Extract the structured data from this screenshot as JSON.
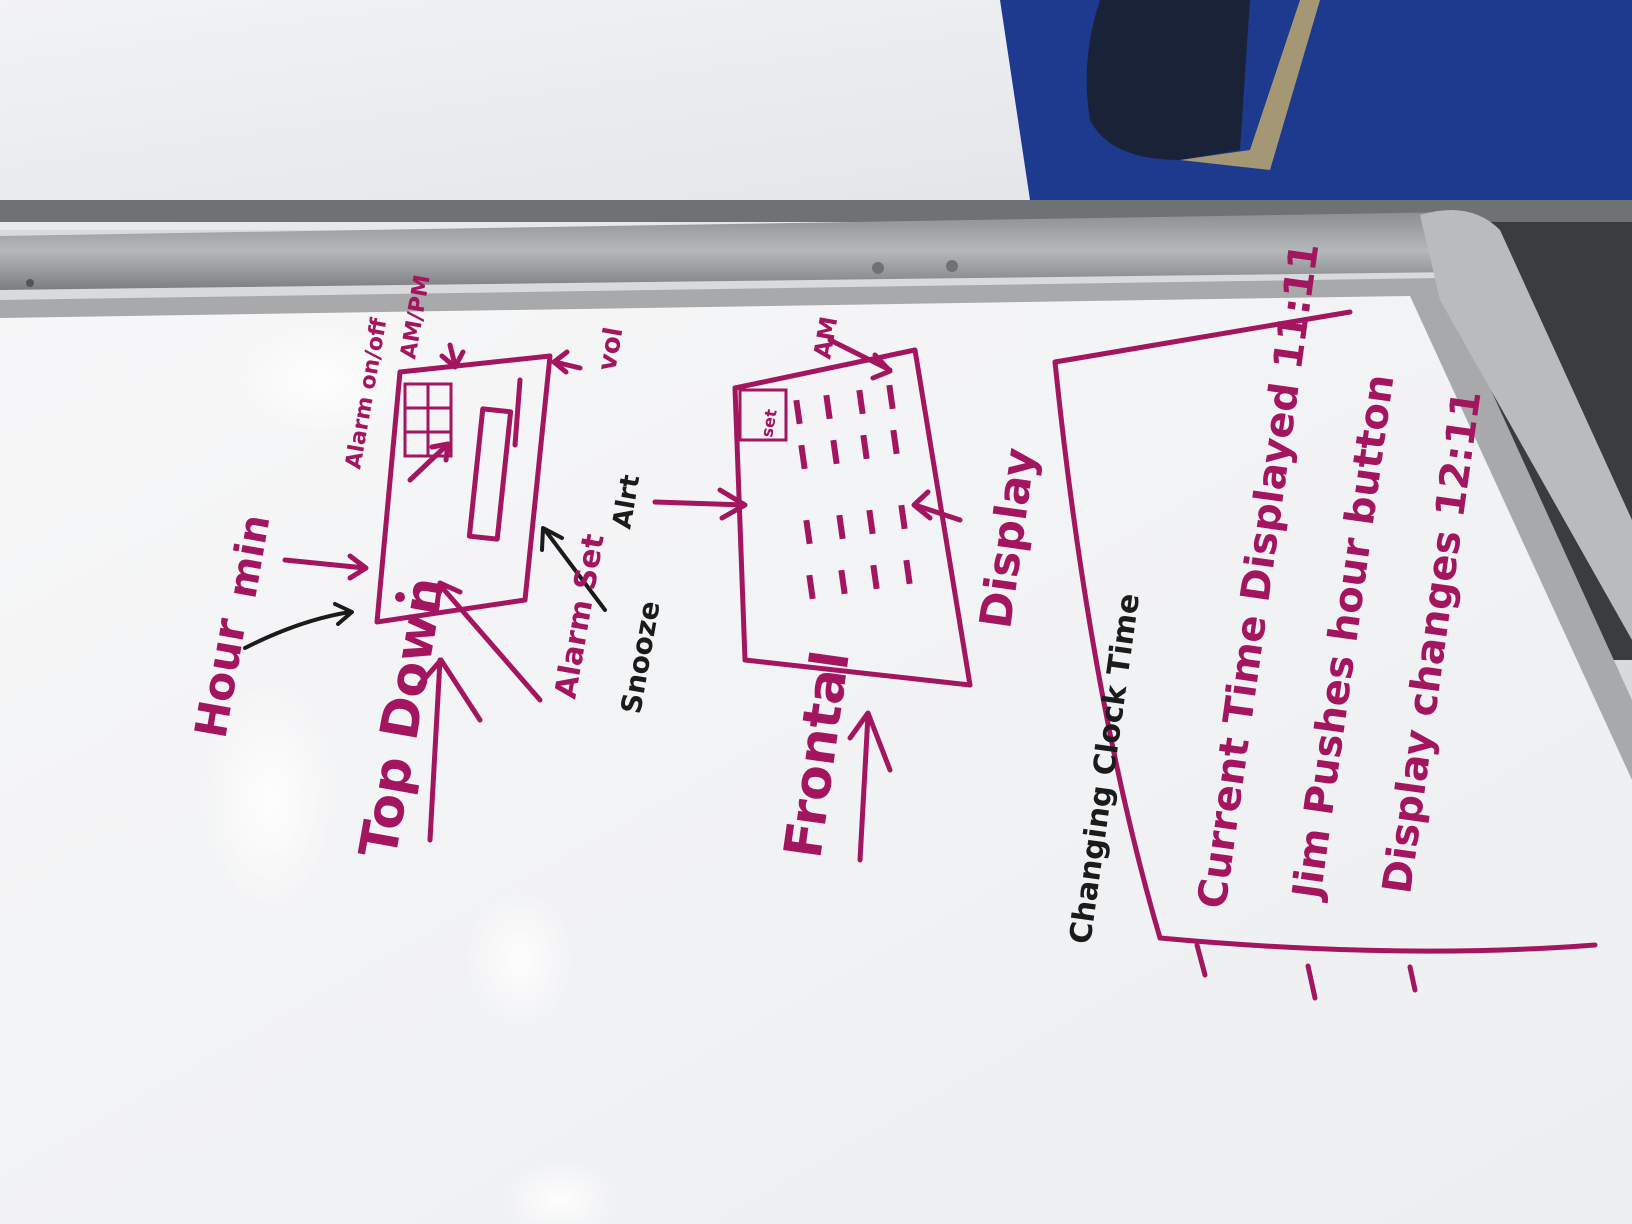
{
  "whiteboard": {
    "top_view": {
      "heading": "Top Down",
      "hour_label": "Hour",
      "min_label": "min",
      "alarm_set_label": "Alarm Set",
      "snooze_label": "Snooze",
      "alarm_on_off_label": "Alarm on/off",
      "am_pm_label": "AM/PM",
      "vol_label": "vol"
    },
    "front_view": {
      "heading": "Frontal",
      "display_label": "Display",
      "alarm_label": "Alrt",
      "indicator_label": "set",
      "am_label": "AM"
    },
    "scenario": {
      "title": "Changing Clock Time",
      "lines": [
        "Current Time Displayed 11:11",
        "Jim Pushes hour button",
        "Display changes 12:11"
      ]
    }
  },
  "colors": {
    "marker_magenta": "#a3155f",
    "marker_black": "#1b1b1b",
    "board_white": "#f6f6f7",
    "frame_gray": "#a7a9aa"
  }
}
